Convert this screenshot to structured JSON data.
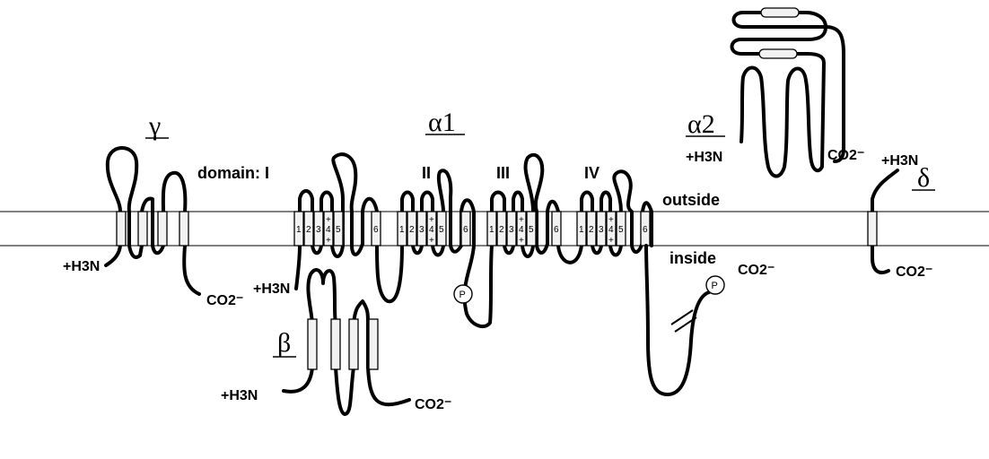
{
  "labels": {
    "gamma": "γ",
    "alpha1": "α1",
    "alpha2": "α2",
    "beta": "β",
    "delta": "δ",
    "domain_I": "domain: I",
    "domain_II": "II",
    "domain_III": "III",
    "domain_IV": "IV",
    "outside": "outside",
    "inside": "inside",
    "n_terminus": "+H3N",
    "c_terminus": "CO2⁻",
    "phosphate": "P"
  },
  "segments": {
    "s1": "1",
    "s2": "2",
    "s3": "3",
    "s4": "4",
    "s5": "5",
    "s6": "6",
    "plus": "+"
  }
}
